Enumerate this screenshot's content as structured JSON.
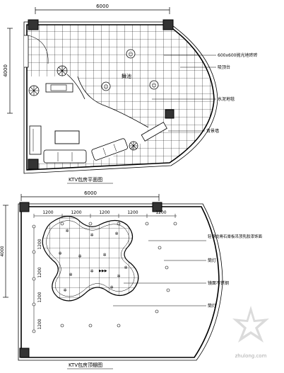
{
  "top_plan": {
    "title": "KTV包房平面图",
    "dim_width": "6000",
    "dim_height": "4000",
    "inner_label": "舞池",
    "callouts": [
      "600x600抛光地砖砖",
      "吸顶台",
      "水泥地毯",
      "背景墙"
    ]
  },
  "bottom_plan": {
    "title": "KTV包房顶棚图",
    "dim_width": "6000",
    "dim_height": "4000",
    "spacing_top": [
      "1200",
      "1200",
      "1200",
      "1200",
      "1200"
    ],
    "spacing_left": [
      "1200",
      "1200",
      "1200",
      "1200"
    ],
    "callouts": [
      "轻钢龙骨石膏板吊顶乳胶漆饰面",
      "筒灯",
      "镜面不锈钢",
      "筒灯"
    ]
  },
  "watermark": "zhulong.com"
}
